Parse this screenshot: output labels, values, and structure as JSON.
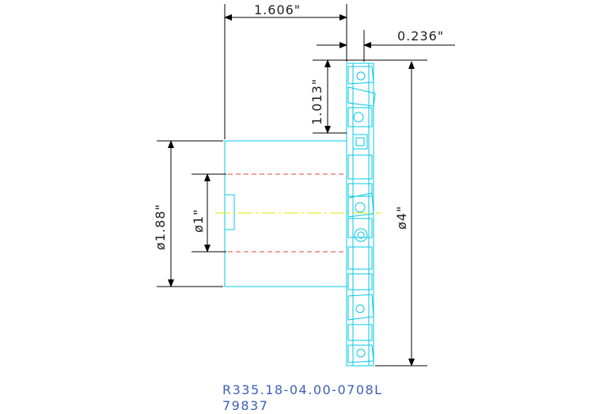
{
  "drawing": {
    "part_number": "R335.18-04.00-0708L",
    "item_number": "79837",
    "colors": {
      "dimension": "#000000",
      "outline": "#00c8e6",
      "hidden_line": "#e0453a",
      "center_line": "#e6e600",
      "label": "#3a5fb8"
    }
  },
  "dimensions": {
    "overall_length": "1.606\"",
    "cutter_width": "0.236\"",
    "center_offset": "1.013\"",
    "hub_diameter": "ø1.88\"",
    "bore_diameter": "ø1\"",
    "cutter_diameter": "ø4\""
  }
}
